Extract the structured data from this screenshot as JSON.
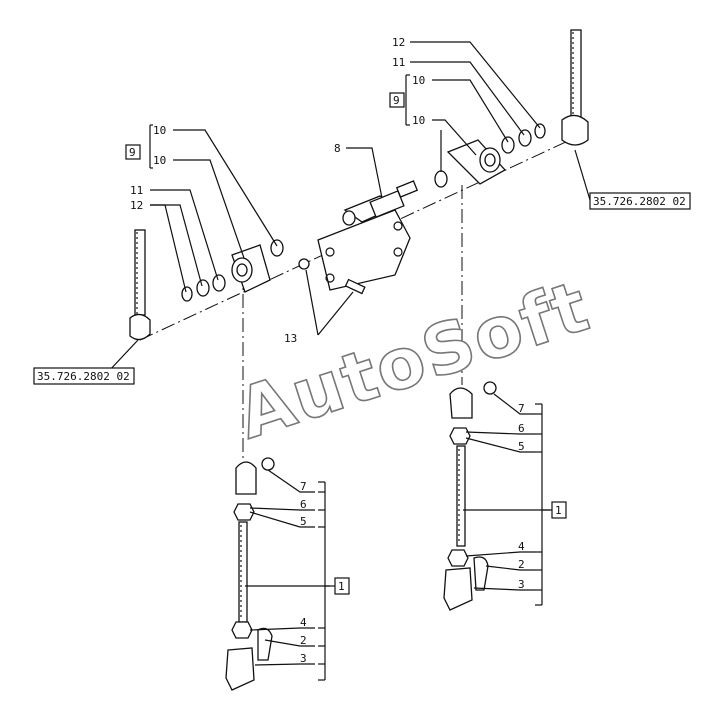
{
  "watermark": "AutoSoft",
  "ref_labels": [
    "35.726.2802 02",
    "35.726.2802 02"
  ],
  "callouts": {
    "left_upper": [
      "10",
      "9",
      "10",
      "11",
      "12"
    ],
    "right_upper": [
      "12",
      "11",
      "10",
      "9",
      "10"
    ],
    "center": [
      "8",
      "13"
    ],
    "left_lower": [
      "7",
      "6",
      "5",
      "1",
      "4",
      "2",
      "3"
    ],
    "right_lower": [
      "7",
      "6",
      "5",
      "1",
      "4",
      "2",
      "3"
    ]
  }
}
